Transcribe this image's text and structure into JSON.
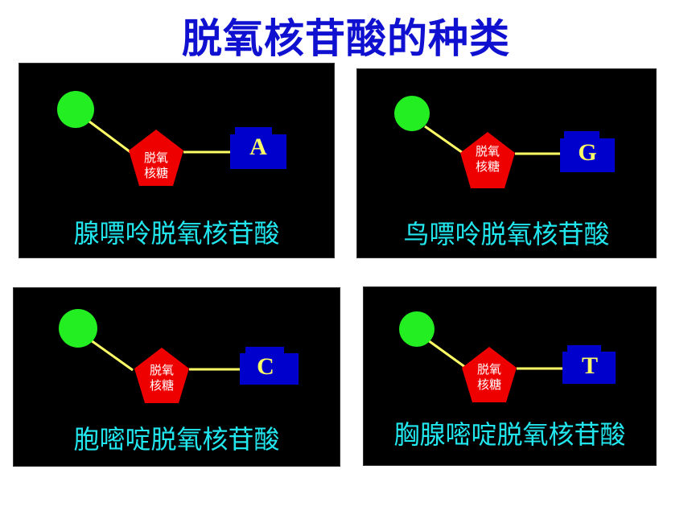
{
  "title": "脱氧核苷酸的种类",
  "colors": {
    "title": "#1010d0",
    "panel_bg": "#000000",
    "phosphate": "#22ee22",
    "sugar": "#ee0000",
    "base": "#0000cc",
    "bond": "#ffff66",
    "base_letter": "#ffff66",
    "name": "#22e6ee"
  },
  "panels": [
    {
      "sugar_label_1": "脱氧",
      "sugar_label_2": "核糖",
      "base": "A",
      "name": "腺嘌呤脱氧核苷酸"
    },
    {
      "sugar_label_1": "脱氧",
      "sugar_label_2": "核糖",
      "base": "G",
      "name": "鸟嘌呤脱氧核苷酸"
    },
    {
      "sugar_label_1": "脱氧",
      "sugar_label_2": "核糖",
      "base": "C",
      "name": "胞嘧啶脱氧核苷酸"
    },
    {
      "sugar_label_1": "脱氧",
      "sugar_label_2": "核糖",
      "base": "T",
      "name": "胸腺嘧啶脱氧核苷酸"
    }
  ]
}
